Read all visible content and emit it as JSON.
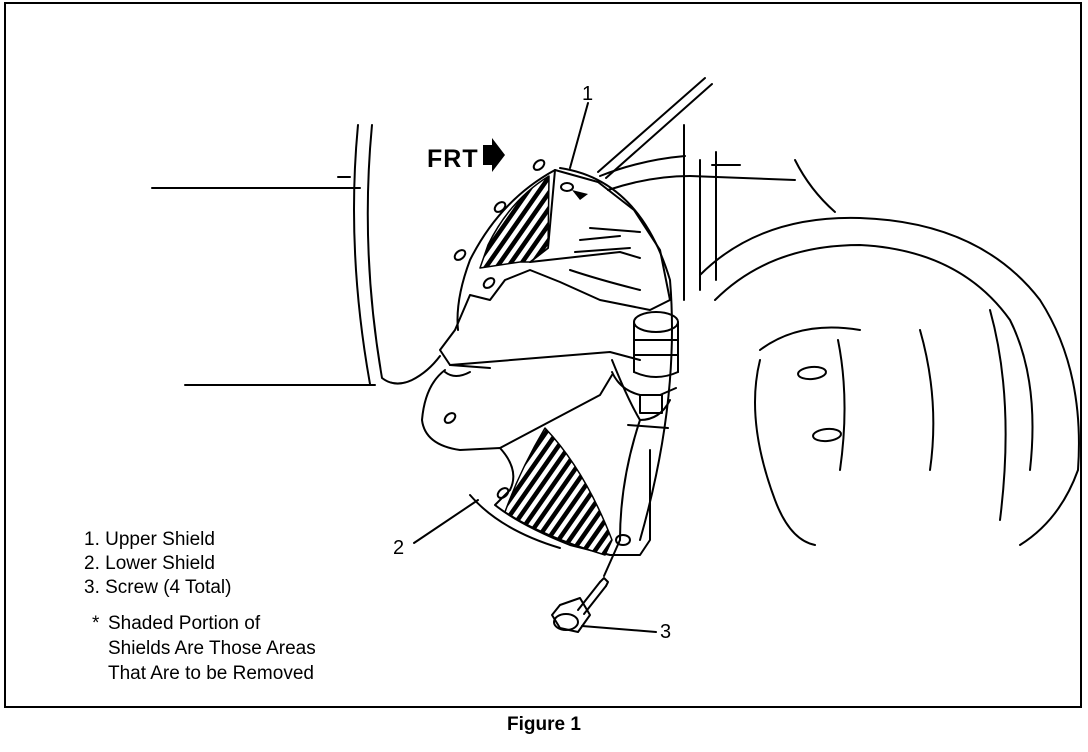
{
  "figure": {
    "frt_label": "FRT",
    "callouts": [
      "1",
      "2",
      "3"
    ],
    "legend": [
      "1. Upper Shield",
      "2. Lower Shield",
      "3. Screw (4 Total)"
    ],
    "note_marker": "*",
    "note_lines": [
      "Shaded Portion of",
      "Shields Are Those Areas",
      "That Are to be Removed"
    ],
    "caption": "Figure 1"
  }
}
